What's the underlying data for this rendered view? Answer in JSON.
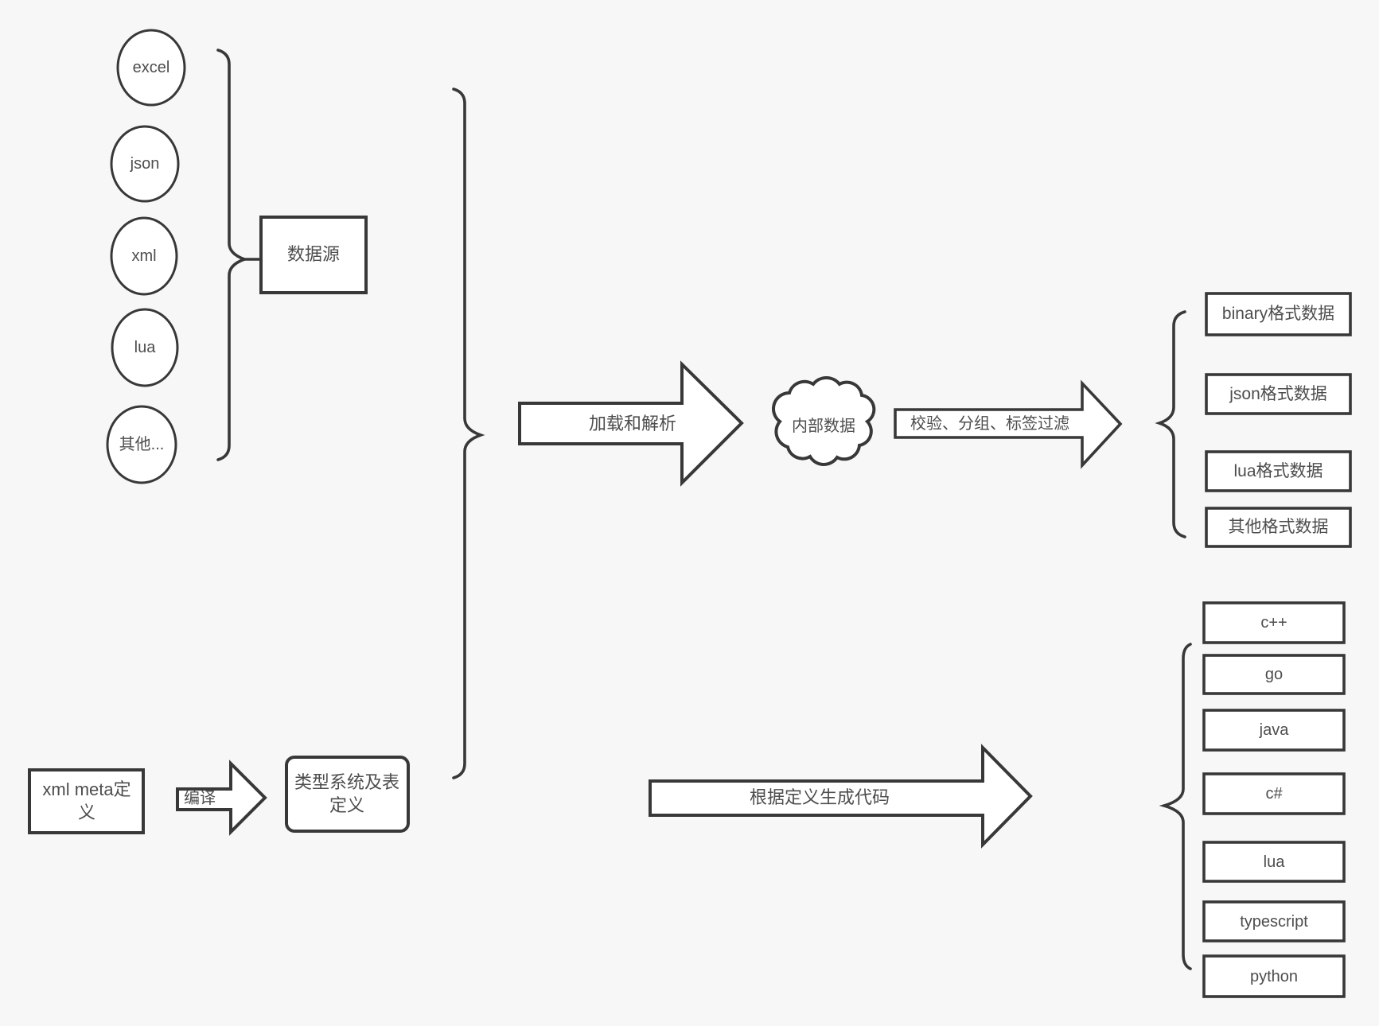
{
  "diagram": {
    "background_color": "#f7f7f7",
    "stroke_color": "#383838",
    "text_color": "#4d4d4d"
  },
  "sources": {
    "group_label": "数据源",
    "items": [
      "excel",
      "json",
      "xml",
      "lua",
      "其他..."
    ]
  },
  "pipeline": {
    "load_parse_arrow": "加载和解析",
    "internal_data_cloud": "内部数据",
    "filter_arrow": "校验、分组、标签过滤"
  },
  "data_outputs": [
    "binary格式数据",
    "json格式数据",
    "lua格式数据",
    "其他格式数据"
  ],
  "definitions": {
    "xml_meta_box": "xml meta定义",
    "compile_arrow": "编译",
    "type_system_box": "类型系统及表定义",
    "codegen_arrow": "根据定义生成代码"
  },
  "languages": [
    "c++",
    "go",
    "java",
    "c#",
    "lua",
    "typescript",
    "python"
  ]
}
